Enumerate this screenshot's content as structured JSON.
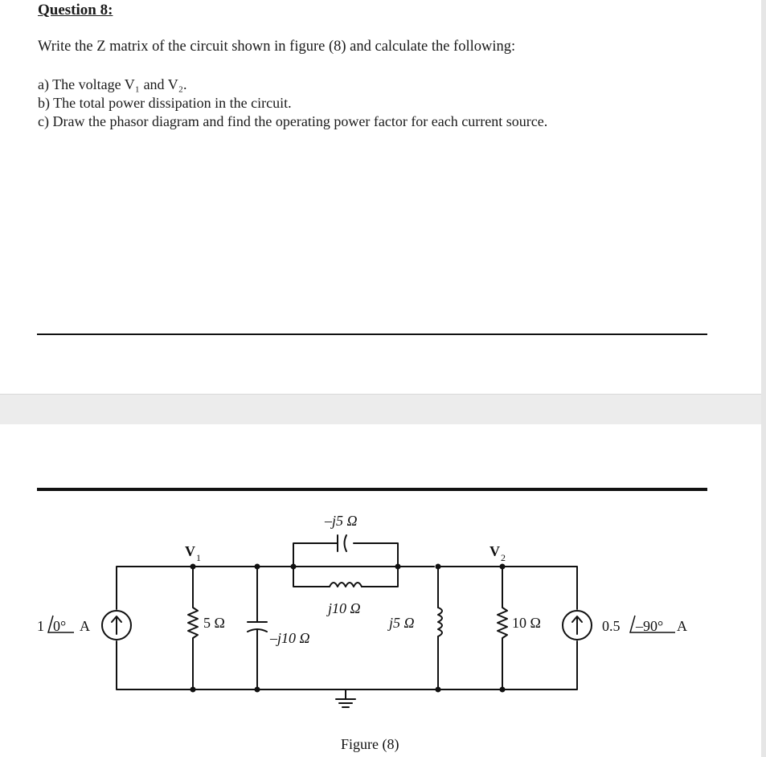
{
  "question": {
    "title": "Question 8:",
    "intro": "Write the Z matrix of the circuit shown in figure (8) and calculate the following:",
    "items": [
      "a) The voltage V₁ and V₂.",
      "b) The total power dissipation in the circuit.",
      "c) Draw the phasor diagram and find the operating power factor for each current source."
    ]
  },
  "figure": {
    "caption": "Figure (8)",
    "source_left": {
      "mag": "1",
      "angle": "0°",
      "unit": "A"
    },
    "source_right": {
      "mag": "0.5",
      "angle": "–90°",
      "unit": "A"
    },
    "node_v1": "V",
    "node_v1_sub": "1",
    "node_v2": "V",
    "node_v2_sub": "2",
    "r1": "5 Ω",
    "c1": "–j10 Ω",
    "c_top": "–j5 Ω",
    "l_mid": "j10 Ω",
    "l_right": "j5 Ω",
    "r2": "10 Ω"
  }
}
